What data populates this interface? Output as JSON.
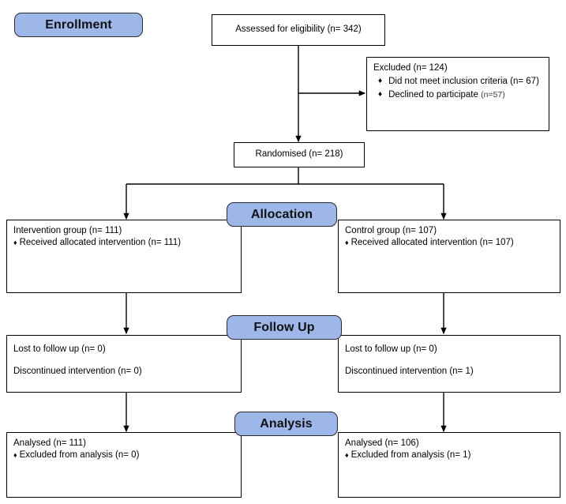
{
  "diagram": {
    "title": "CONSORT participant flow diagram",
    "accent_blue": "#9DB7E8",
    "border_color": "#000000",
    "background": "#ffffff",
    "bullet_glyph": "♦"
  },
  "stages": {
    "enrollment": "Enrollment",
    "allocation": "Allocation",
    "follow_up": "Follow Up",
    "analysis": "Analysis"
  },
  "nodes": {
    "assessed": {
      "text": "Assessed for eligibility (n= 342)"
    },
    "excluded": {
      "title": "Excluded (n= 124)",
      "items": [
        {
          "text": "Did not meet inclusion criteria (n= 67)"
        },
        {
          "text": "Declined to participate ",
          "suffix": "(n=57)"
        }
      ]
    },
    "randomised": {
      "text": "Randomised (n= 218)"
    },
    "allocation_left": {
      "heading": "Intervention group (n= 111)",
      "bullet": "Received allocated intervention (n= 111)"
    },
    "allocation_right": {
      "heading": "Control group (n= 107)",
      "bullet": "Received allocated intervention (n= 107)"
    },
    "followup_left": {
      "line1": "Lost to follow up (n= 0)",
      "line2": "Discontinued intervention (n= 0)"
    },
    "followup_right": {
      "line1": "Lost to follow up (n= 0)",
      "line2": "Discontinued intervention (n= 1)"
    },
    "analysis_left": {
      "heading": "Analysed (n= 111)",
      "bullet": "Excluded from analysis (n= 0)"
    },
    "analysis_right": {
      "heading": "Analysed (n= 106)",
      "bullet": "Excluded from analysis (n= 1)"
    }
  },
  "flow_counts": {
    "assessed_for_eligibility": 342,
    "excluded_total": 124,
    "excluded_not_meeting_criteria": 67,
    "excluded_declined": 57,
    "randomised": 218,
    "intervention_allocated": 111,
    "intervention_received": 111,
    "control_allocated": 107,
    "control_received": 107,
    "intervention_lost_to_followup": 0,
    "intervention_discontinued": 0,
    "control_lost_to_followup": 0,
    "control_discontinued": 1,
    "intervention_analysed": 111,
    "intervention_excluded_from_analysis": 0,
    "control_analysed": 106,
    "control_excluded_from_analysis": 1
  }
}
